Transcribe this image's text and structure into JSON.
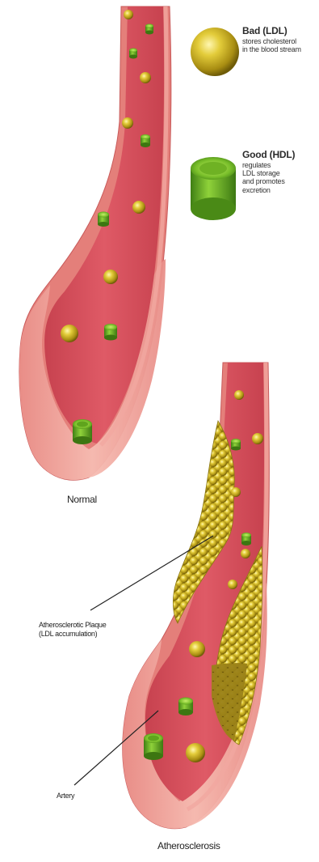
{
  "legend": {
    "ldl": {
      "title": "Bad (LDL)",
      "desc_line1": "stores cholesterol",
      "desc_line2": "in the blood stream",
      "color": "#c9b22a"
    },
    "hdl": {
      "title": "Good (HDL)",
      "desc_line1": "regulates",
      "desc_line2": "LDL storage",
      "desc_line3": "and promotes",
      "desc_line4": "excretion",
      "color": "#6bb22a"
    }
  },
  "captions": {
    "normal": "Normal",
    "atherosclerosis": "Atherosclerosis"
  },
  "labels": {
    "plaque_line1": "Atherosclerotic Plaque",
    "plaque_line2": "(LDL accumulation)",
    "artery": "Artery"
  },
  "colors": {
    "vessel_outer": "#e8908a",
    "vessel_inner": "#d9505f",
    "vessel_wall": "#f2b2a8",
    "plaque": "#d8c42e"
  }
}
